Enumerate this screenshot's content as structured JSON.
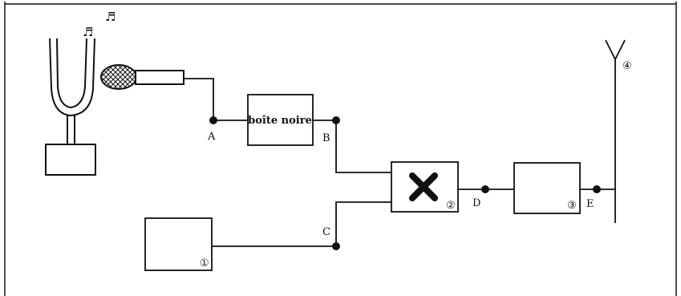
{
  "diagram": {
    "black_box_label": "boîte noire",
    "points": {
      "A": "A",
      "B": "B",
      "C": "C",
      "D": "D",
      "E": "E"
    },
    "block_numbers": {
      "oscillator": "①",
      "multiplier": "②",
      "filter": "③",
      "antenna": "④"
    },
    "music_notes": [
      "♬",
      "♬"
    ],
    "colors": {
      "stroke": "#111111",
      "background": "#ffffff"
    }
  }
}
